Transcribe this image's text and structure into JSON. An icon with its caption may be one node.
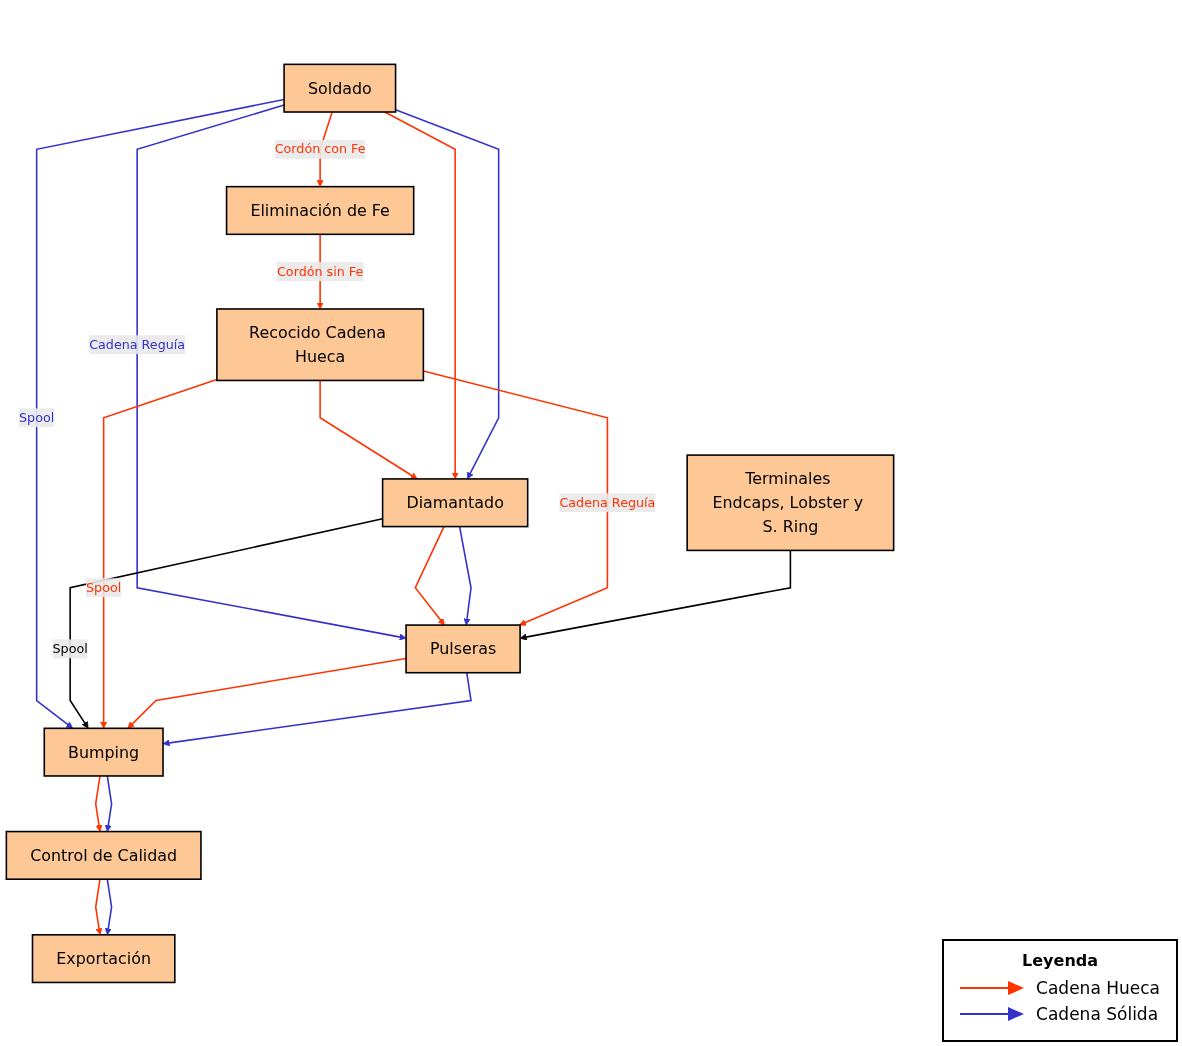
{
  "diagram": {
    "nodes": [
      {
        "text": [
          "Eliminación de Fe"
        ]
      },
      {
        "text": [
          "Soldado"
        ]
      },
      {
        "text": [
          "Recocido Cadena Hueca"
        ]
      },
      {
        "text": [
          "Diamantado"
        ]
      },
      {
        "text": [
          "Pulseras"
        ]
      },
      {
        "text": [
          "Terminales Endcaps, Lobster y S. Ring"
        ]
      },
      {
        "text": [
          "Bumping"
        ]
      },
      {
        "text": [
          "Exportación"
        ]
      },
      {
        "text": [
          "Control de Calidad"
        ]
      }
    ],
    "edges": [
      {
        "from": 1,
        "to": 0,
        "arrow": "to",
        "label": "Cordón con Fe"
      },
      {
        "from": 0,
        "to": 2,
        "arrow": "to",
        "label": "Cordón sin Fe"
      },
      {
        "from": 2,
        "to": 3,
        "arrow": "to"
      },
      {
        "from": 1,
        "to": 3,
        "arrow": "to"
      },
      {
        "from": 1,
        "to": 3,
        "arrow": "to",
        "color": "#3333cc"
      },
      {
        "from": 1,
        "to": 4,
        "arrow": "to",
        "label": "Cadena Reguía",
        "color": "#3333cc"
      },
      {
        "from": 1,
        "to": 6,
        "arrow": "to",
        "label": "Spool",
        "color": "#3333cc"
      },
      {
        "from": 3,
        "to": 4,
        "arrow": "to"
      },
      {
        "from": 3,
        "to": 4,
        "arrow": "to",
        "color": "#3333cc"
      },
      {
        "from": 3,
        "to": 6,
        "arrow": "to",
        "label": "Spool",
        "color": "#000000"
      },
      {
        "from": 2,
        "to": 4,
        "arrow": "to",
        "label": "Cadena Reguía"
      },
      {
        "from": 2,
        "to": 6,
        "arrow": "to",
        "label": "Spool"
      },
      {
        "from": 5,
        "to": 4,
        "arrow": "to",
        "color": "#000000"
      },
      {
        "from": 4,
        "to": 6,
        "arrow": "to"
      },
      {
        "from": 4,
        "to": 6,
        "arrow": "to",
        "color": "#3333cc"
      },
      {
        "from": 6,
        "to": 8,
        "arrow": "to"
      },
      {
        "from": 6,
        "to": 8,
        "arrow": "to",
        "color": "#3333cc"
      },
      {
        "from": 8,
        "to": 7,
        "arrow": "to"
      },
      {
        "from": 8,
        "to": 7,
        "arrow": "to",
        "color": "#3333cc"
      }
    ],
    "labels": [
      "Leyenda"
    ],
    "legend": [
      {
        "text": "Cadena Hueca",
        "color": "#ff3300"
      },
      {
        "text": "Cadena Sólida",
        "color": "#3333cc"
      }
    ]
  }
}
